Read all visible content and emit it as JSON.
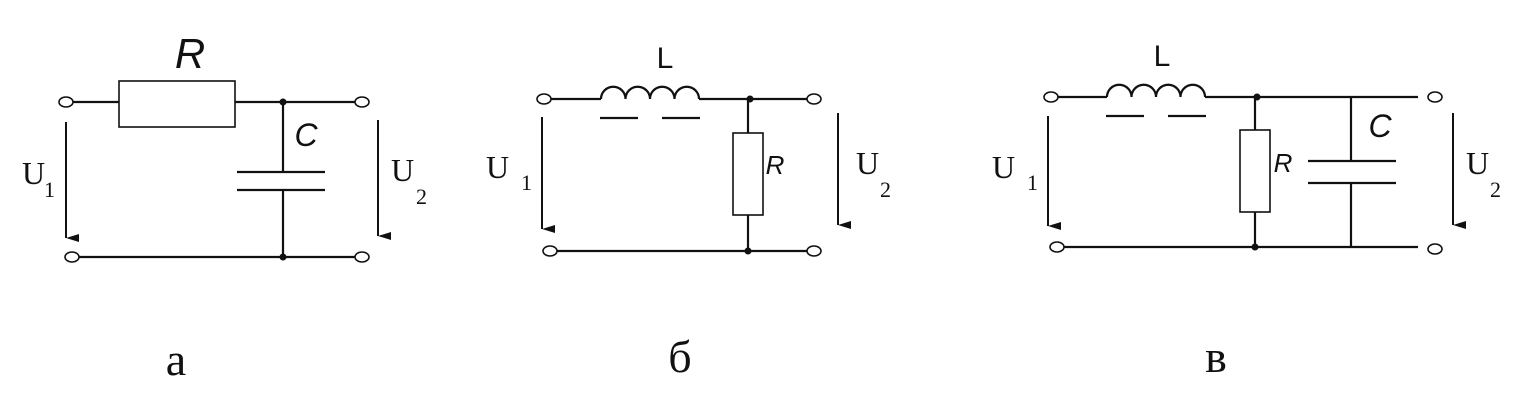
{
  "circuits": [
    {
      "caption": "а",
      "resistor_label": "R",
      "capacitor_label": "C",
      "input_voltage": {
        "symbol": "U",
        "subscript": "1"
      },
      "output_voltage": {
        "symbol": "U",
        "subscript": "2"
      }
    },
    {
      "caption": "б",
      "inductor_label": "L",
      "resistor_label": "R",
      "input_voltage": {
        "symbol": "U",
        "subscript": "1"
      },
      "output_voltage": {
        "symbol": "U",
        "subscript": "2"
      }
    },
    {
      "caption": "в",
      "inductor_label": "L",
      "resistor_label": "R",
      "capacitor_label": "C",
      "input_voltage": {
        "symbol": "U",
        "subscript": "1"
      },
      "output_voltage": {
        "symbol": "U",
        "subscript": "2"
      }
    }
  ]
}
